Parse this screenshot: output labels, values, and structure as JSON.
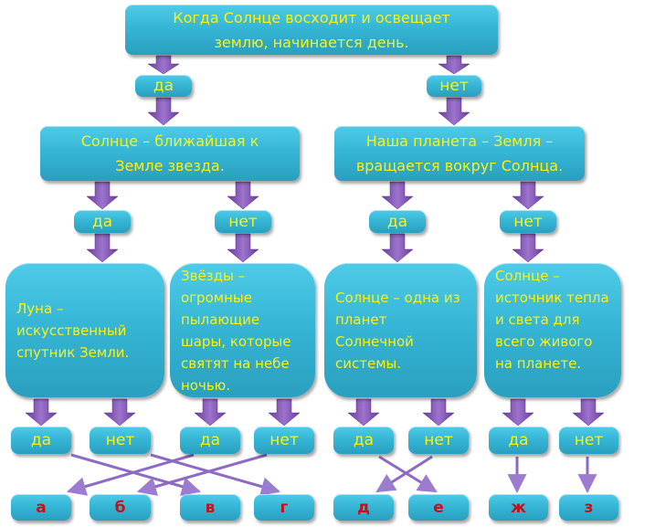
{
  "root": {
    "text": "Когда Солнце восходит и освещает землю, начинается день."
  },
  "level1_labels": [
    "да",
    "нет"
  ],
  "level2": [
    {
      "text": "Солнце – ближайшая к Земле звезда."
    },
    {
      "text": "Наша планета – Земля – вращается вокруг Солнца."
    }
  ],
  "level2_labels": [
    "да",
    "нет",
    "да",
    "нет"
  ],
  "level3": [
    {
      "text": "Луна – искусственный спутник Земли."
    },
    {
      "text": "Звёзды – огромные пылающие шары, которые святят на небе ночью."
    },
    {
      "text": "Солнце – одна из планет Солнечной системы."
    },
    {
      "text": "Солнце – источник тепла и света для всего живого на планете."
    }
  ],
  "level3_labels": [
    "да",
    "нет",
    "да",
    "нет",
    "да",
    "нет",
    "да",
    "нет"
  ],
  "answers": [
    "а",
    "б",
    "в",
    "г",
    "д",
    "е",
    "ж",
    "з"
  ],
  "connections": [
    {
      "from": "да (Луна)",
      "to": "в"
    },
    {
      "from": "нет (Луна)",
      "to": "г"
    },
    {
      "from": "да (Звёзды)",
      "to": "а"
    },
    {
      "from": "нет (Звёзды)",
      "to": "б"
    },
    {
      "from": "да (Солнце – планета)",
      "to": "е"
    },
    {
      "from": "нет (Солнце – планета)",
      "to": "д"
    },
    {
      "from": "да (Солнце – источник)",
      "to": "ж"
    },
    {
      "from": "нет (Солнце – источник)",
      "to": "з"
    }
  ],
  "colors": {
    "box": "#36b6d6",
    "text": "#f7f21a",
    "answer_text": "#c8101a",
    "arrow": "#7b4fae"
  }
}
